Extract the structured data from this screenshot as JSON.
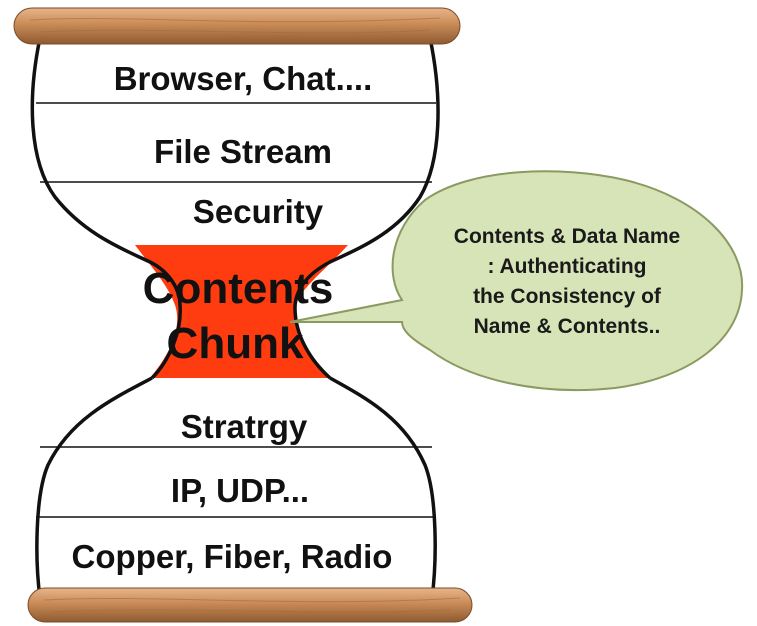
{
  "layers": {
    "application": "Browser, Chat....",
    "file_stream": "File Stream",
    "security": "Security",
    "waist_line1": "Contents",
    "waist_line2": "Chunk",
    "strategy": "Stratrgy",
    "network": "IP, UDP...",
    "physical": "Copper, Fiber, Radio"
  },
  "callout": {
    "line1": "Contents & Data Name",
    "line2": ": Authenticating",
    "line3": "the Consistency of",
    "line4": "Name & Contents.."
  },
  "colors": {
    "waist_fill": "#ff3b10",
    "callout_fill": "#d6e4b8",
    "callout_stroke": "#8a9a60",
    "rod_fill": "#c98b57",
    "outline": "#111111"
  }
}
